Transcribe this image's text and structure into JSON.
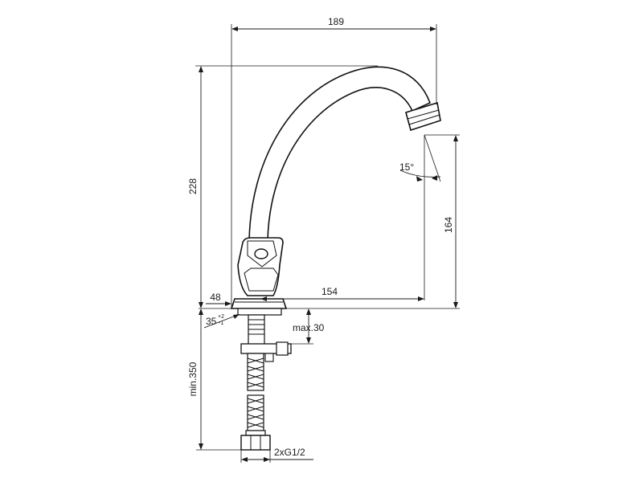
{
  "dimensions": {
    "overall_reach": "189",
    "height_total": "228",
    "spout_height": "164",
    "spout_reach": "154",
    "base_width": "48",
    "hole_diameter": "35",
    "hole_tolerance_upper": "+2",
    "hole_tolerance_lower": "-1",
    "deck_thickness": "max.30",
    "hose_length": "min.350",
    "connection": "2xG1/2",
    "spout_angle": "15°"
  },
  "colors": {
    "line": "#111111",
    "background": "#ffffff"
  }
}
